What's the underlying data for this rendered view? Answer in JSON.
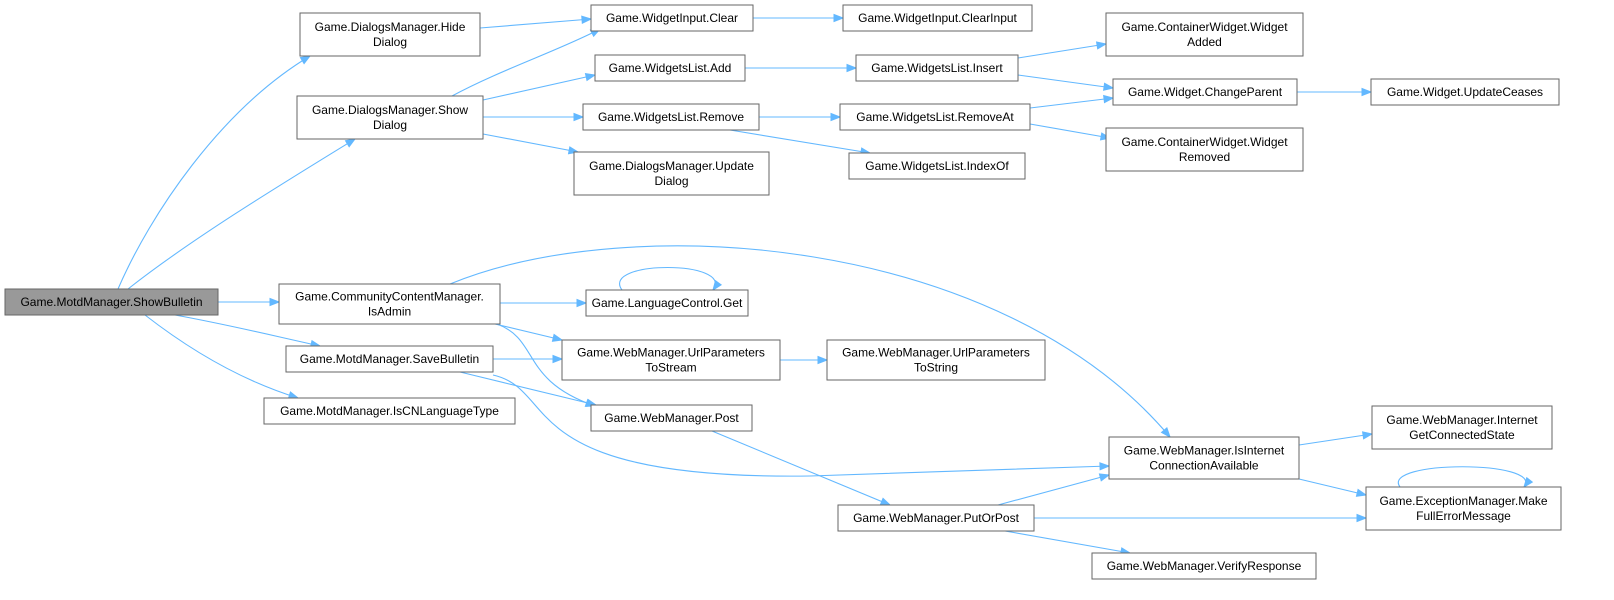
{
  "diagram": {
    "type": "call-graph",
    "nodes": [
      {
        "id": "n0",
        "lines": [
          "Game.MotdManager.ShowBulletin"
        ],
        "root": true
      },
      {
        "id": "n1",
        "lines": [
          "Game.DialogsManager.Hide",
          "Dialog"
        ]
      },
      {
        "id": "n2",
        "lines": [
          "Game.WidgetInput.Clear"
        ]
      },
      {
        "id": "n3",
        "lines": [
          "Game.WidgetInput.ClearInput"
        ]
      },
      {
        "id": "n4",
        "lines": [
          "Game.DialogsManager.Show",
          "Dialog"
        ]
      },
      {
        "id": "n5",
        "lines": [
          "Game.WidgetsList.Add"
        ]
      },
      {
        "id": "n6",
        "lines": [
          "Game.WidgetsList.Insert"
        ]
      },
      {
        "id": "n7",
        "lines": [
          "Game.ContainerWidget.Widget",
          "Added"
        ]
      },
      {
        "id": "n8",
        "lines": [
          "Game.Widget.ChangeParent"
        ]
      },
      {
        "id": "n9",
        "lines": [
          "Game.Widget.UpdateCeases"
        ]
      },
      {
        "id": "n10",
        "lines": [
          "Game.WidgetsList.Remove"
        ]
      },
      {
        "id": "n11",
        "lines": [
          "Game.WidgetsList.RemoveAt"
        ]
      },
      {
        "id": "n12",
        "lines": [
          "Game.ContainerWidget.Widget",
          "Removed"
        ]
      },
      {
        "id": "n13",
        "lines": [
          "Game.WidgetsList.IndexOf"
        ]
      },
      {
        "id": "n14",
        "lines": [
          "Game.DialogsManager.Update",
          "Dialog"
        ]
      },
      {
        "id": "n15",
        "lines": [
          "Game.CommunityContentManager.",
          "IsAdmin"
        ]
      },
      {
        "id": "n16",
        "lines": [
          "Game.LanguageControl.Get"
        ]
      },
      {
        "id": "n17",
        "lines": [
          "Game.WebManager.UrlParameters",
          "ToStream"
        ]
      },
      {
        "id": "n18",
        "lines": [
          "Game.WebManager.UrlParameters",
          "ToString"
        ]
      },
      {
        "id": "n19",
        "lines": [
          "Game.MotdManager.SaveBulletin"
        ]
      },
      {
        "id": "n20",
        "lines": [
          "Game.WebManager.Post"
        ]
      },
      {
        "id": "n21",
        "lines": [
          "Game.MotdManager.IsCNLanguageType"
        ]
      },
      {
        "id": "n22",
        "lines": [
          "Game.WebManager.IsInternet",
          "ConnectionAvailable"
        ]
      },
      {
        "id": "n23",
        "lines": [
          "Game.WebManager.Internet",
          "GetConnectedState"
        ]
      },
      {
        "id": "n24",
        "lines": [
          "Game.ExceptionManager.Make",
          "FullErrorMessage"
        ]
      },
      {
        "id": "n25",
        "lines": [
          "Game.WebManager.PutOrPost"
        ]
      },
      {
        "id": "n26",
        "lines": [
          "Game.WebManager.VerifyResponse"
        ]
      }
    ],
    "edges": [
      [
        "n0",
        "n1"
      ],
      [
        "n0",
        "n4"
      ],
      [
        "n0",
        "n15"
      ],
      [
        "n0",
        "n19"
      ],
      [
        "n0",
        "n21"
      ],
      [
        "n1",
        "n2"
      ],
      [
        "n2",
        "n3"
      ],
      [
        "n4",
        "n2"
      ],
      [
        "n4",
        "n5"
      ],
      [
        "n4",
        "n10"
      ],
      [
        "n4",
        "n14"
      ],
      [
        "n5",
        "n6"
      ],
      [
        "n6",
        "n7"
      ],
      [
        "n6",
        "n8"
      ],
      [
        "n8",
        "n9"
      ],
      [
        "n10",
        "n11"
      ],
      [
        "n10",
        "n13"
      ],
      [
        "n11",
        "n8"
      ],
      [
        "n11",
        "n12"
      ],
      [
        "n15",
        "n16"
      ],
      [
        "n16",
        "n16"
      ],
      [
        "n15",
        "n17"
      ],
      [
        "n15",
        "n20"
      ],
      [
        "n15",
        "n22"
      ],
      [
        "n17",
        "n18"
      ],
      [
        "n19",
        "n17"
      ],
      [
        "n19",
        "n20"
      ],
      [
        "n19",
        "n22"
      ],
      [
        "n20",
        "n25"
      ],
      [
        "n22",
        "n23"
      ],
      [
        "n22",
        "n24"
      ],
      [
        "n24",
        "n24"
      ],
      [
        "n25",
        "n22"
      ],
      [
        "n25",
        "n24"
      ],
      [
        "n25",
        "n26"
      ]
    ]
  }
}
